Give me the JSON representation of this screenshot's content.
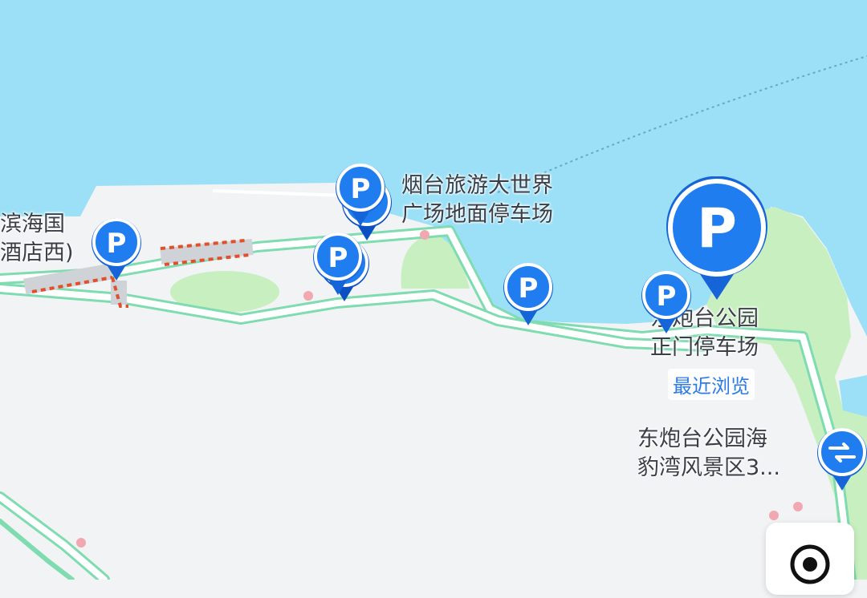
{
  "map": {
    "colors": {
      "water": "#9be0f7",
      "land": "#f2f3f5",
      "park": "#c8efc0",
      "road_edge": "#7fdcb0",
      "road_fill": "#ffffff",
      "pin": "#1f7df0",
      "pin_dark": "#0c4fc2"
    },
    "labels": {
      "left_poi": {
        "line1": "滨海国",
        "line2": "酒店西)"
      },
      "tourism_plaza": {
        "line1": "烟台旅游大世界",
        "line2": "广场地面停车场"
      },
      "fort_park_gate": {
        "line1": "东炮台公园",
        "line2": "正门停车场"
      },
      "recent_badge": "最近浏览",
      "fort_park_seal_bay": {
        "line1": "东炮台公园海",
        "line2": "豹湾风景区3..."
      }
    },
    "icons": {
      "parking": "parking-pin-icon",
      "transit": "transit-pin-icon",
      "locate": "locate-icon"
    },
    "parking_glyph": "P"
  }
}
